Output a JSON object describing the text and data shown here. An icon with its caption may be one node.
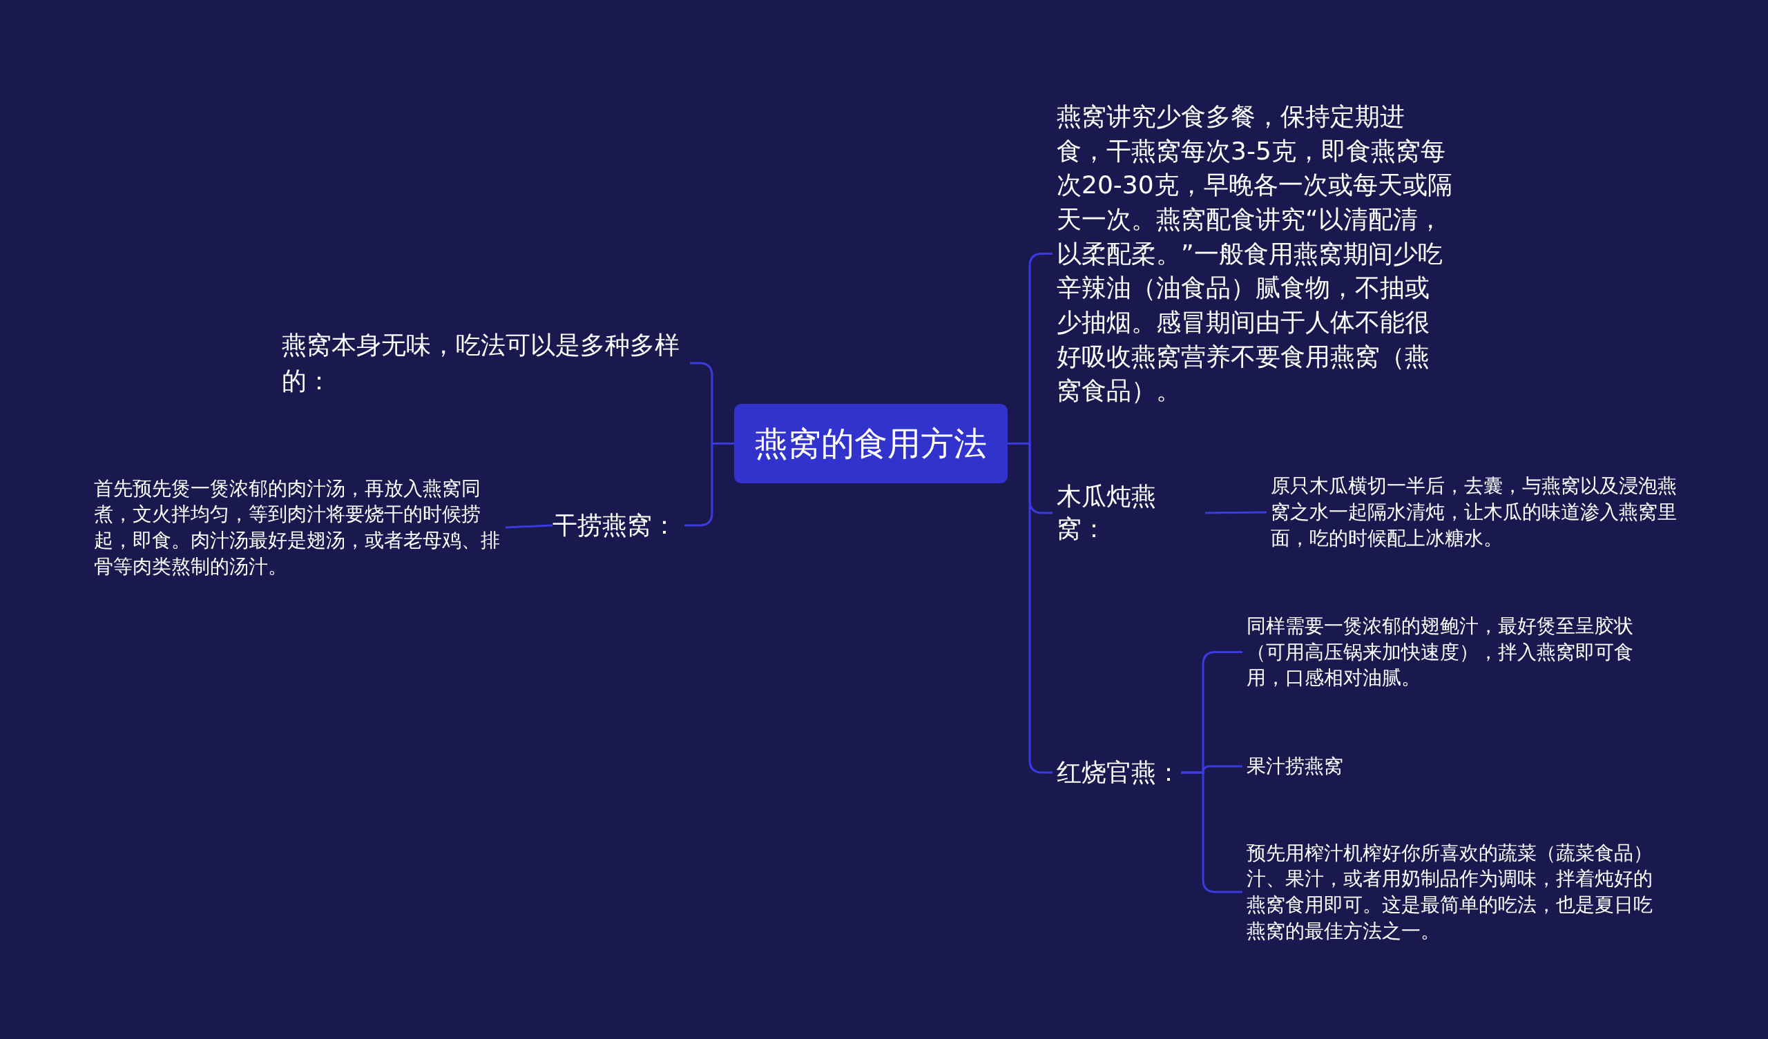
{
  "diagram": {
    "nodes": [
      {
        "text": [
          "燕窝的食用方法"
        ]
      },
      {
        "text": [
          "燕窝本身无味，吃法可以是多种多样的："
        ]
      },
      {
        "text": [
          "干捞燕窝："
        ]
      },
      {
        "text": [
          "首先预先煲一煲浓郁的肉汁汤，再放入燕窝同煮，文火拌均匀，等到肉汁将要烧干的时候捞起，即食。肉汁汤最好是翅汤，或者老母鸡、排骨等肉类熬制的汤汁。"
        ]
      },
      {
        "text": [
          "燕窝讲究少食多餐，保持定期进食，干燕窝每次3-5克，即食燕窝每次20-30克，早晚各一次或每天或隔天一次。燕窝配食讲究“以清配清，以柔配柔。”一般食用燕窝期间少吃辛辣油（油食品）腻食物，不抽或少抽烟。感冒期间由于人体不能很好吸收燕窝营养不要食用燕窝（燕窝食品）。"
        ]
      },
      {
        "text": [
          "木瓜炖燕窝："
        ]
      },
      {
        "text": [
          "原只木瓜横切一半后，去囊，与燕窝以及浸泡燕窝之水一起隔水清炖，让木瓜的味道渗入燕窝里面，吃的时候配上冰糖水。"
        ]
      },
      {
        "text": [
          "红烧官燕："
        ]
      },
      {
        "text": [
          "同样需要一煲浓郁的翅鲍汁，最好煲至呈胶状（可用高压锅来加快速度），拌入燕窝即可食用，口感相对油腻。"
        ]
      },
      {
        "text": [
          "果汁捞燕窝"
        ]
      },
      {
        "text": [
          "预先用榨汁机榨好你所喜欢的蔬菜（蔬菜食品）汁、果汁，或者用奶制品作为调味，拌着炖好的燕窝食用即可。这是最简单的吃法，也是夏日吃燕窝的最佳方法之一。"
        ]
      }
    ],
    "edges": [
      {
        "from": 0,
        "to": 1,
        "arrow": "none"
      },
      {
        "from": 0,
        "to": 2,
        "arrow": "none"
      },
      {
        "from": 2,
        "to": 3,
        "arrow": "none"
      },
      {
        "from": 0,
        "to": 4,
        "arrow": "none"
      },
      {
        "from": 0,
        "to": 5,
        "arrow": "none"
      },
      {
        "from": 5,
        "to": 6,
        "arrow": "none"
      },
      {
        "from": 0,
        "to": 7,
        "arrow": "none"
      },
      {
        "from": 7,
        "to": 8,
        "arrow": "none"
      },
      {
        "from": 7,
        "to": 9,
        "arrow": "none"
      },
      {
        "from": 7,
        "to": 10,
        "arrow": "none"
      }
    ]
  }
}
